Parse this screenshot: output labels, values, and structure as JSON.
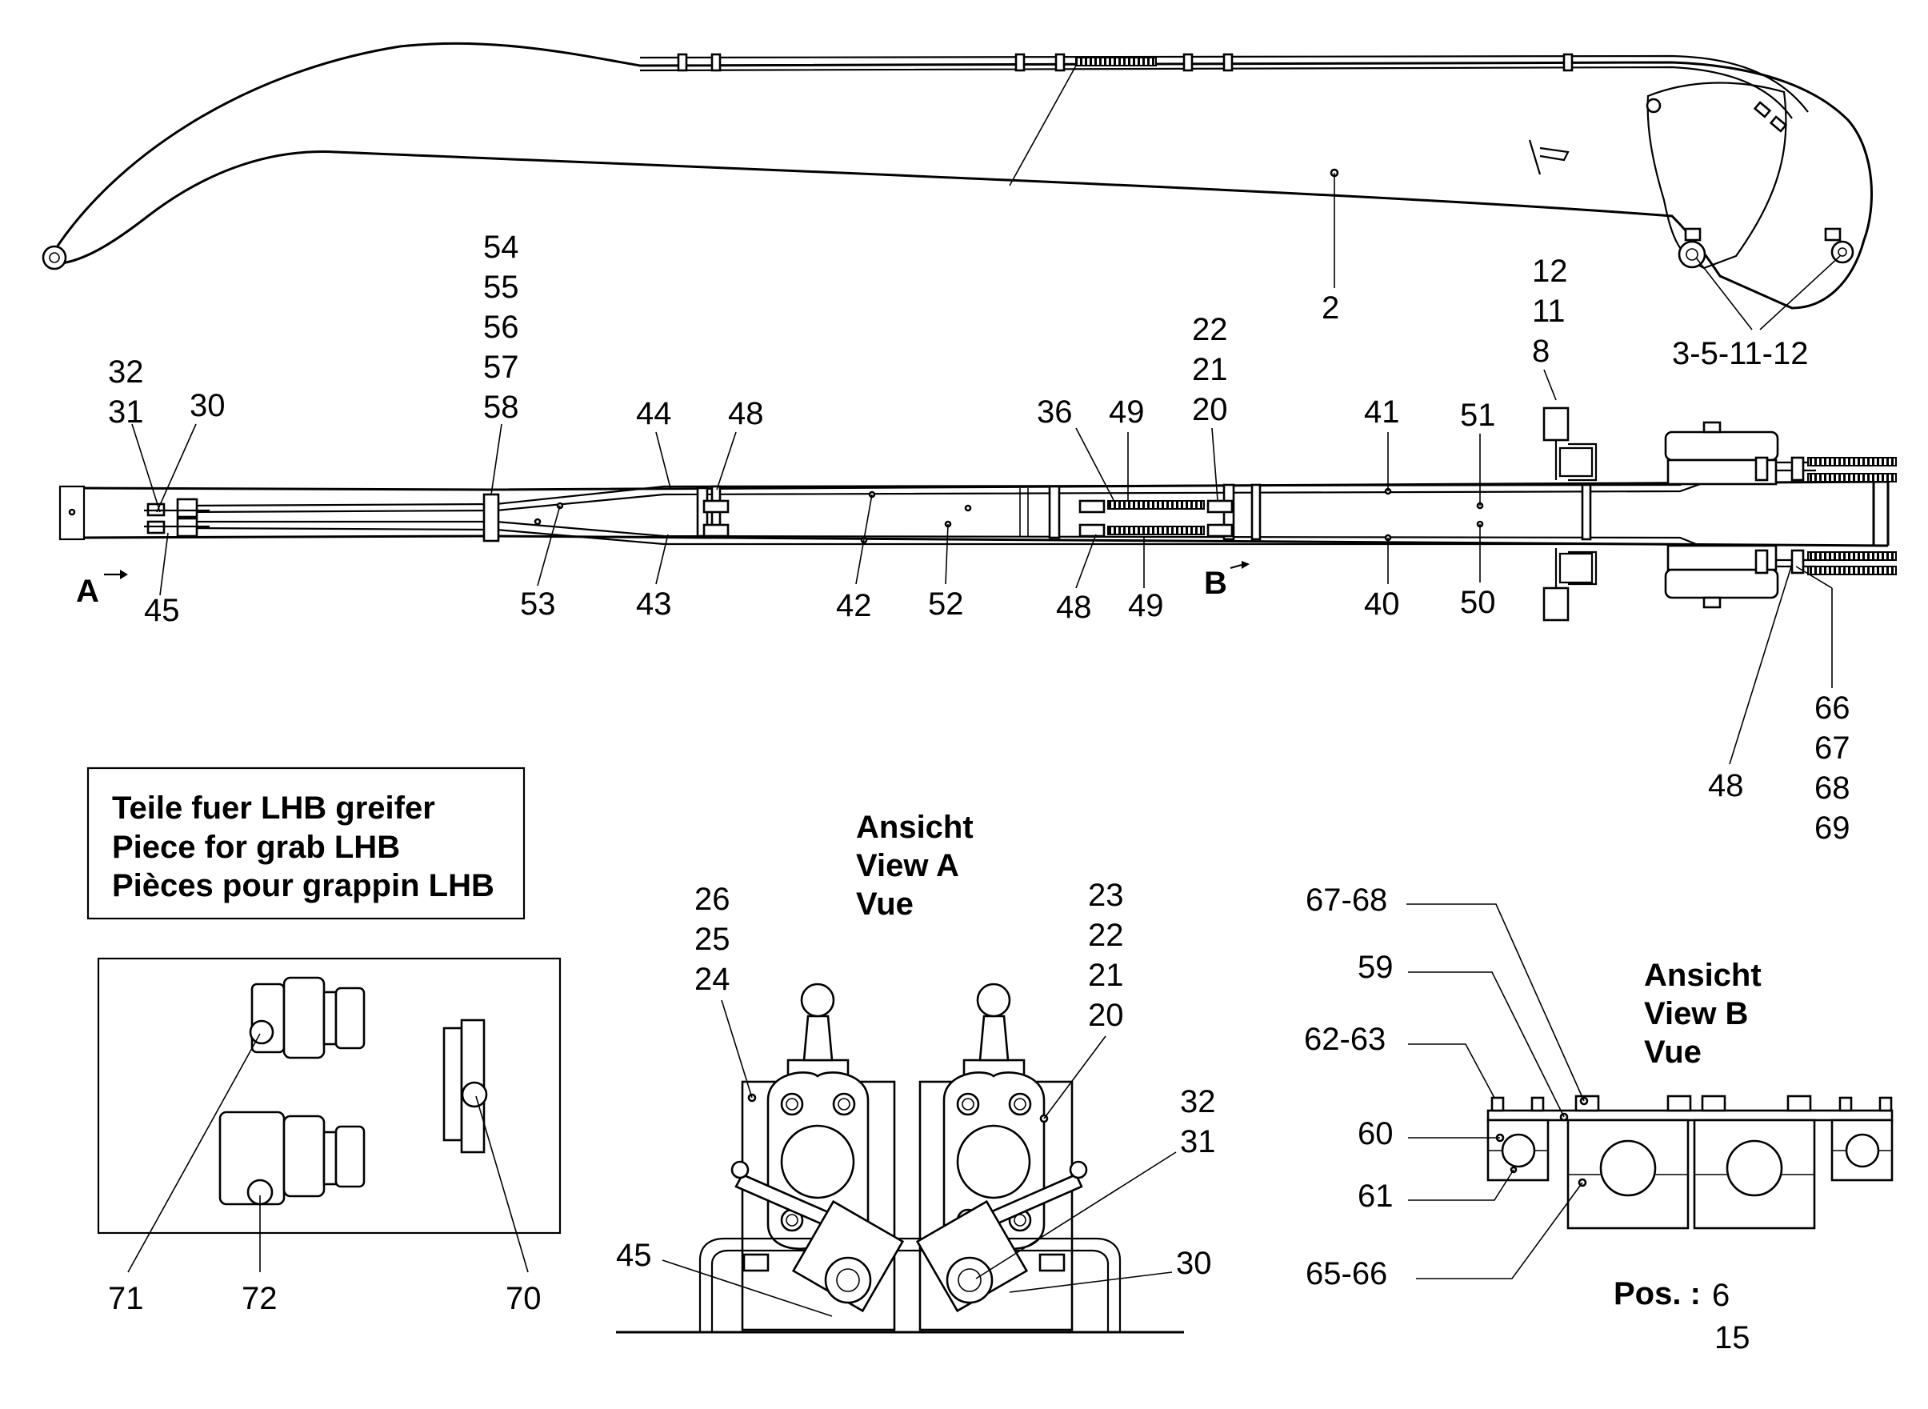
{
  "top_view": {
    "labels": {
      "boom": "2",
      "boom_head": "3-5-11-12",
      "clamp_a": [
        "12",
        "11",
        "8"
      ]
    }
  },
  "side_view": {
    "labels": {
      "l32_31": [
        "32",
        "31"
      ],
      "l30": "30",
      "l45": "45",
      "l54_58": [
        "54",
        "55",
        "56",
        "57",
        "58"
      ],
      "l44": "44",
      "l48_top": "48",
      "l53": "53",
      "l43": "43",
      "l42": "42",
      "l52": "52",
      "l36": "36",
      "l49_top": "49",
      "l22_20": [
        "22",
        "21",
        "20"
      ],
      "l48_bot": "48",
      "l49_bot": "49",
      "l41": "41",
      "l51": "51",
      "l40": "40",
      "l50": "50",
      "l66_69": [
        "66",
        "67",
        "68",
        "69"
      ],
      "l48_right": "48"
    },
    "arrow_a": "A",
    "arrow_b": "B"
  },
  "parts_box": {
    "title": [
      "Teile fuer LHB greifer",
      "Piece for grab LHB",
      "Pièces pour grappin LHB"
    ],
    "labels": {
      "l71": "71",
      "l72": "72",
      "l70": "70"
    }
  },
  "view_a": {
    "title": [
      "Ansicht",
      "View  A",
      "Vue"
    ],
    "labels": {
      "l26_24": [
        "26",
        "25",
        "24"
      ],
      "l23_20": [
        "23",
        "22",
        "21",
        "20"
      ],
      "l32_31": [
        "32",
        "31"
      ],
      "l45": "45",
      "l30": "30"
    }
  },
  "view_b": {
    "title": [
      "Ansicht",
      "View  B",
      "Vue"
    ],
    "labels": {
      "l67_68": "67-68",
      "l59": "59",
      "l62_63": "62-63",
      "l60": "60",
      "l61": "61",
      "l65_66": "65-66"
    },
    "pos_label": "Pos. :",
    "pos_values": [
      "6",
      "15"
    ]
  }
}
